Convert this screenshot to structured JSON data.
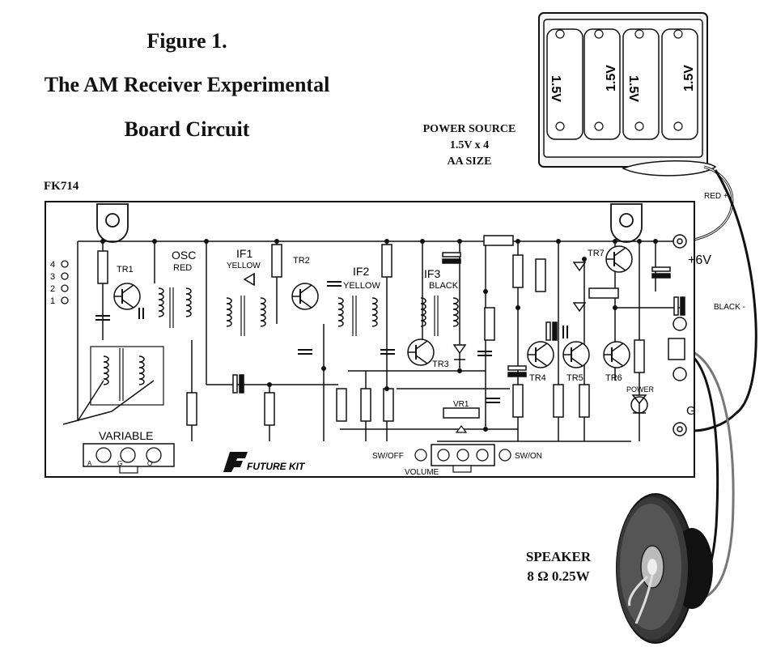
{
  "header": {
    "title_line1": "Figure 1.",
    "title_line2": "The AM Receiver Experimental",
    "title_line3": "Board Circuit"
  },
  "battery": {
    "cell_label": "1.5V",
    "caption_line1": "POWER SOURCE",
    "caption_line2": "1.5V x 4",
    "caption_line3": "AA SIZE"
  },
  "board": {
    "model": "FK714",
    "supply": "+6V",
    "red_wire": "RED +",
    "black_wire": "BLACK -",
    "terminals": [
      "4",
      "3",
      "2",
      "1"
    ],
    "transistors": {
      "tr1": "TR1",
      "tr2": "TR2",
      "tr3": "TR3",
      "tr4": "TR4",
      "tr5": "TR5",
      "tr6": "TR6",
      "tr7": "TR7"
    },
    "osc": "OSC",
    "osc_color": "RED",
    "if1": "IF1",
    "if1_color": "YELLOW",
    "if2": "IF2",
    "if2_color": "YELLOW",
    "if3": "IF3",
    "if3_color": "BLACK",
    "vr1": "VR1",
    "power_led": "POWER",
    "ground": "G",
    "variable_label": "VARIABLE",
    "variable_pins": [
      "A",
      "G",
      "O"
    ],
    "volume_label": "VOLUME",
    "sw_off": "SW/OFF",
    "sw_on": "SW/ON",
    "brand": "FUTURE KIT"
  },
  "speaker": {
    "caption_line1": "SPEAKER",
    "caption_line2": "8 Ω 0.25W"
  }
}
